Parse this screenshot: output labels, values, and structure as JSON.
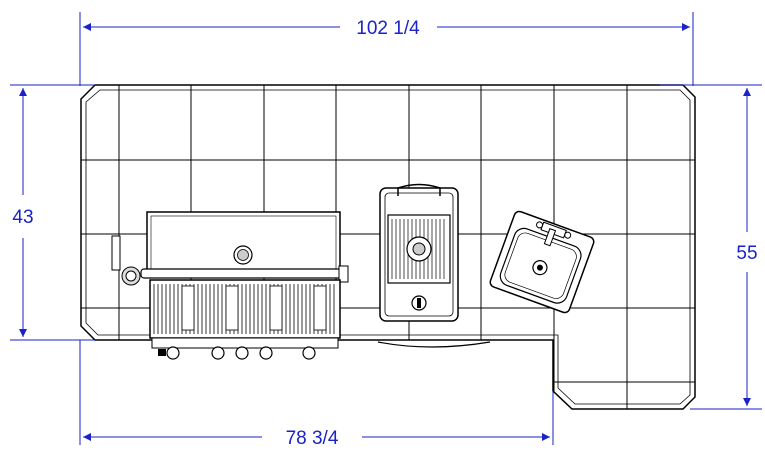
{
  "dimensions": {
    "top_width": "102 1/4",
    "left_depth": "43",
    "right_depth": "55",
    "bottom_width": "78 3/4"
  },
  "colors": {
    "dimension": "#1a22c8",
    "outline": "#000000",
    "fill": "#ffffff"
  }
}
